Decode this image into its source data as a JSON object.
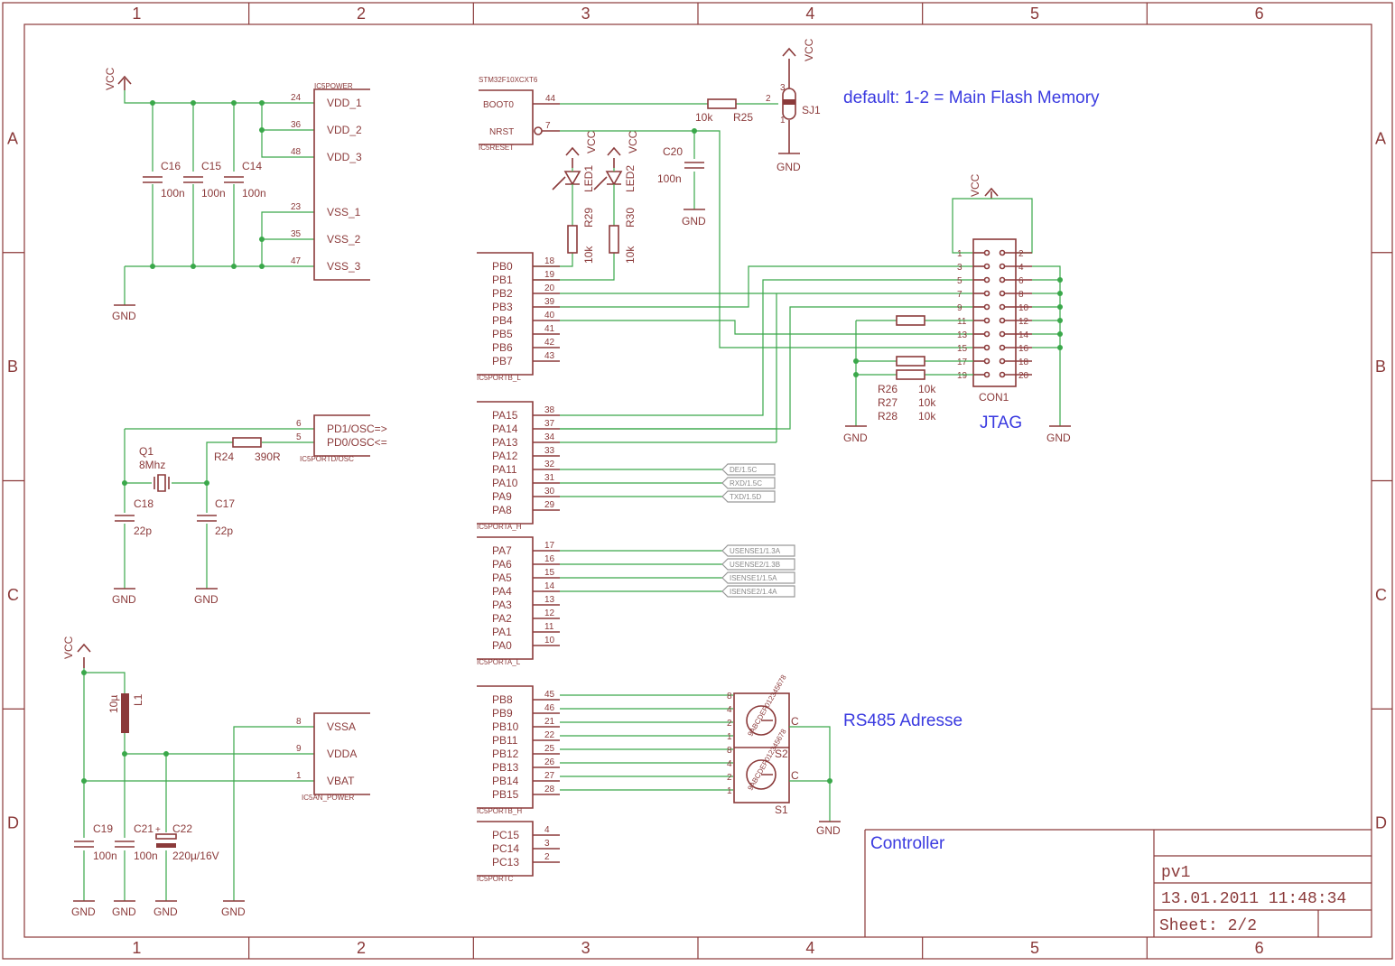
{
  "grid": {
    "columns": [
      "1",
      "2",
      "3",
      "4",
      "5",
      "6"
    ],
    "rows": [
      "A",
      "B",
      "C",
      "D"
    ]
  },
  "notes": {
    "boot": "default: 1-2 = Main Flash Memory",
    "jtag": "JTAG",
    "rs485": "RS485 Adresse"
  },
  "power": {
    "vcc": "VCC",
    "gnd": "GND",
    "ic": "IC5POWER",
    "caps": [
      {
        "name": "C16",
        "value": "100n"
      },
      {
        "name": "C15",
        "value": "100n"
      },
      {
        "name": "C14",
        "value": "100n"
      }
    ],
    "pins": [
      {
        "num": "24",
        "name": "VDD_1"
      },
      {
        "num": "36",
        "name": "VDD_2"
      },
      {
        "num": "48",
        "name": "VDD_3"
      },
      {
        "num": "23",
        "name": "VSS_1"
      },
      {
        "num": "35",
        "name": "VSS_2"
      },
      {
        "num": "47",
        "name": "VSS_3"
      }
    ]
  },
  "osc": {
    "ic": "IC5PORTD/OSC",
    "crystal": "Q1",
    "crystal_value": "8Mhz",
    "res": "R24",
    "res_value": "390R",
    "caps": [
      {
        "name": "C18",
        "value": "22p"
      },
      {
        "name": "C17",
        "value": "22p"
      }
    ],
    "pins": [
      {
        "num": "6",
        "name": "PD1/OSC=>"
      },
      {
        "num": "5",
        "name": "PD0/OSC<="
      }
    ]
  },
  "analog": {
    "ic": "IC5AN_POWER",
    "inductor": "L1",
    "inductor_value": "10µ",
    "caps": [
      {
        "name": "C19",
        "value": "100n"
      },
      {
        "name": "C21",
        "value": "100n"
      },
      {
        "name": "C22",
        "value": "220µ/16V"
      }
    ],
    "pins": [
      {
        "num": "8",
        "name": "VSSA"
      },
      {
        "num": "9",
        "name": "VDDA"
      },
      {
        "num": "1",
        "name": "VBAT"
      }
    ]
  },
  "reset": {
    "chip": "STM32F10XCXT6",
    "ic": "IC5RESET",
    "pins": [
      {
        "num": "44",
        "name": "BOOT0"
      },
      {
        "num": "7",
        "name": "NRST"
      }
    ],
    "r25": "R25",
    "r25_value": "10k",
    "c20": "C20",
    "c20_value": "100n",
    "sj1": "SJ1",
    "sj_pins": [
      "2",
      "3",
      "1"
    ],
    "led1": "LED1",
    "led2": "LED2",
    "r29": "R29",
    "r30": "R30",
    "r_value": "10k"
  },
  "portb_l": {
    "ic": "IC5PORTB_L",
    "pins": [
      {
        "num": "18",
        "name": "PB0"
      },
      {
        "num": "19",
        "name": "PB1"
      },
      {
        "num": "20",
        "name": "PB2"
      },
      {
        "num": "39",
        "name": "PB3"
      },
      {
        "num": "40",
        "name": "PB4"
      },
      {
        "num": "41",
        "name": "PB5"
      },
      {
        "num": "42",
        "name": "PB6"
      },
      {
        "num": "43",
        "name": "PB7"
      }
    ]
  },
  "porta_h": {
    "ic": "IC5PORTA_H",
    "pins": [
      {
        "num": "38",
        "name": "PA15"
      },
      {
        "num": "37",
        "name": "PA14"
      },
      {
        "num": "34",
        "name": "PA13"
      },
      {
        "num": "33",
        "name": "PA12"
      },
      {
        "num": "32",
        "name": "PA11"
      },
      {
        "num": "31",
        "name": "PA10"
      },
      {
        "num": "30",
        "name": "PA9"
      },
      {
        "num": "29",
        "name": "PA8"
      }
    ]
  },
  "porta_l": {
    "ic": "IC5PORTA_L",
    "pins": [
      {
        "num": "17",
        "name": "PA7"
      },
      {
        "num": "16",
        "name": "PA6"
      },
      {
        "num": "15",
        "name": "PA5"
      },
      {
        "num": "14",
        "name": "PA4"
      },
      {
        "num": "13",
        "name": "PA3"
      },
      {
        "num": "12",
        "name": "PA2"
      },
      {
        "num": "11",
        "name": "PA1"
      },
      {
        "num": "10",
        "name": "PA0"
      }
    ]
  },
  "portb_h": {
    "ic": "IC5PORTB_H",
    "pins": [
      {
        "num": "45",
        "name": "PB8"
      },
      {
        "num": "46",
        "name": "PB9"
      },
      {
        "num": "21",
        "name": "PB10"
      },
      {
        "num": "22",
        "name": "PB11"
      },
      {
        "num": "25",
        "name": "PB12"
      },
      {
        "num": "26",
        "name": "PB13"
      },
      {
        "num": "27",
        "name": "PB14"
      },
      {
        "num": "28",
        "name": "PB15"
      }
    ]
  },
  "portc": {
    "ic": "IC5PORTC",
    "pins": [
      {
        "num": "4",
        "name": "PC15"
      },
      {
        "num": "3",
        "name": "PC14"
      },
      {
        "num": "2",
        "name": "PC13"
      }
    ]
  },
  "nets_a": [
    "DE/1.5C",
    "RXD/1.5C",
    "TXD/1.5D"
  ],
  "nets_b": [
    "USENSE1/1.3A",
    "USENSE2/1.3B",
    "ISENSE1/1.5A",
    "ISENSE2/1.4A"
  ],
  "jtag": {
    "name": "CON1",
    "left_pins": [
      "1",
      "3",
      "5",
      "7",
      "9",
      "11",
      "13",
      "15",
      "17",
      "19"
    ],
    "right_pins": [
      "2",
      "4",
      "6",
      "8",
      "10",
      "12",
      "14",
      "16",
      "18",
      "20"
    ],
    "resistors": [
      {
        "name": "R26",
        "value": "10k"
      },
      {
        "name": "R27",
        "value": "10k"
      },
      {
        "name": "R28",
        "value": "10k"
      }
    ]
  },
  "switches": {
    "s1": "S1",
    "s2": "S2",
    "c": "C",
    "weights": [
      "8",
      "4",
      "2",
      "1"
    ],
    "dial": "9ABCDEF012345678"
  },
  "titleblock": {
    "sheet_title": "Controller",
    "version": "pv1",
    "datetime": "13.01.2011  11:48:34",
    "sheet": "Sheet: 2/2"
  }
}
